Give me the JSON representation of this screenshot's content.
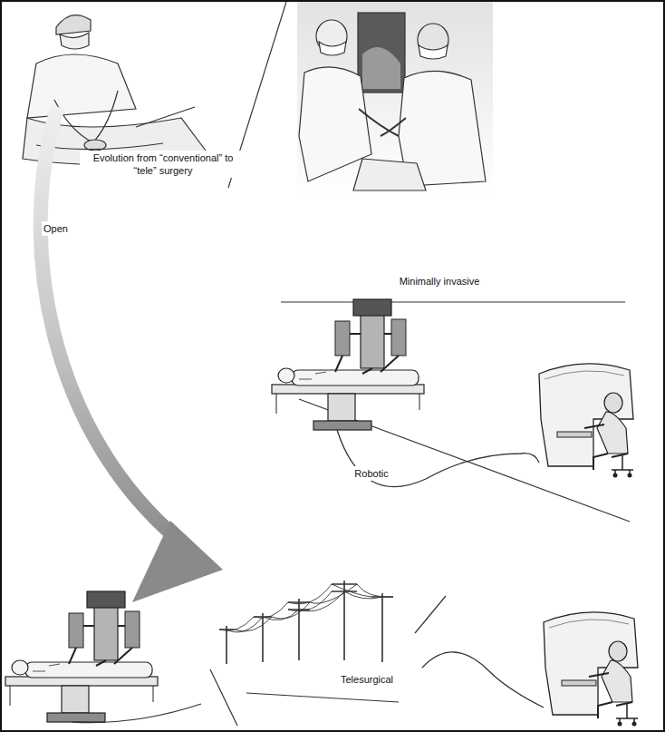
{
  "diagram": {
    "labels": [
      "Open",
      "Minimally invasive",
      "Evolution from “conventional” to “tele” surgery",
      "Robotic",
      "Telesurgical"
    ]
  }
}
